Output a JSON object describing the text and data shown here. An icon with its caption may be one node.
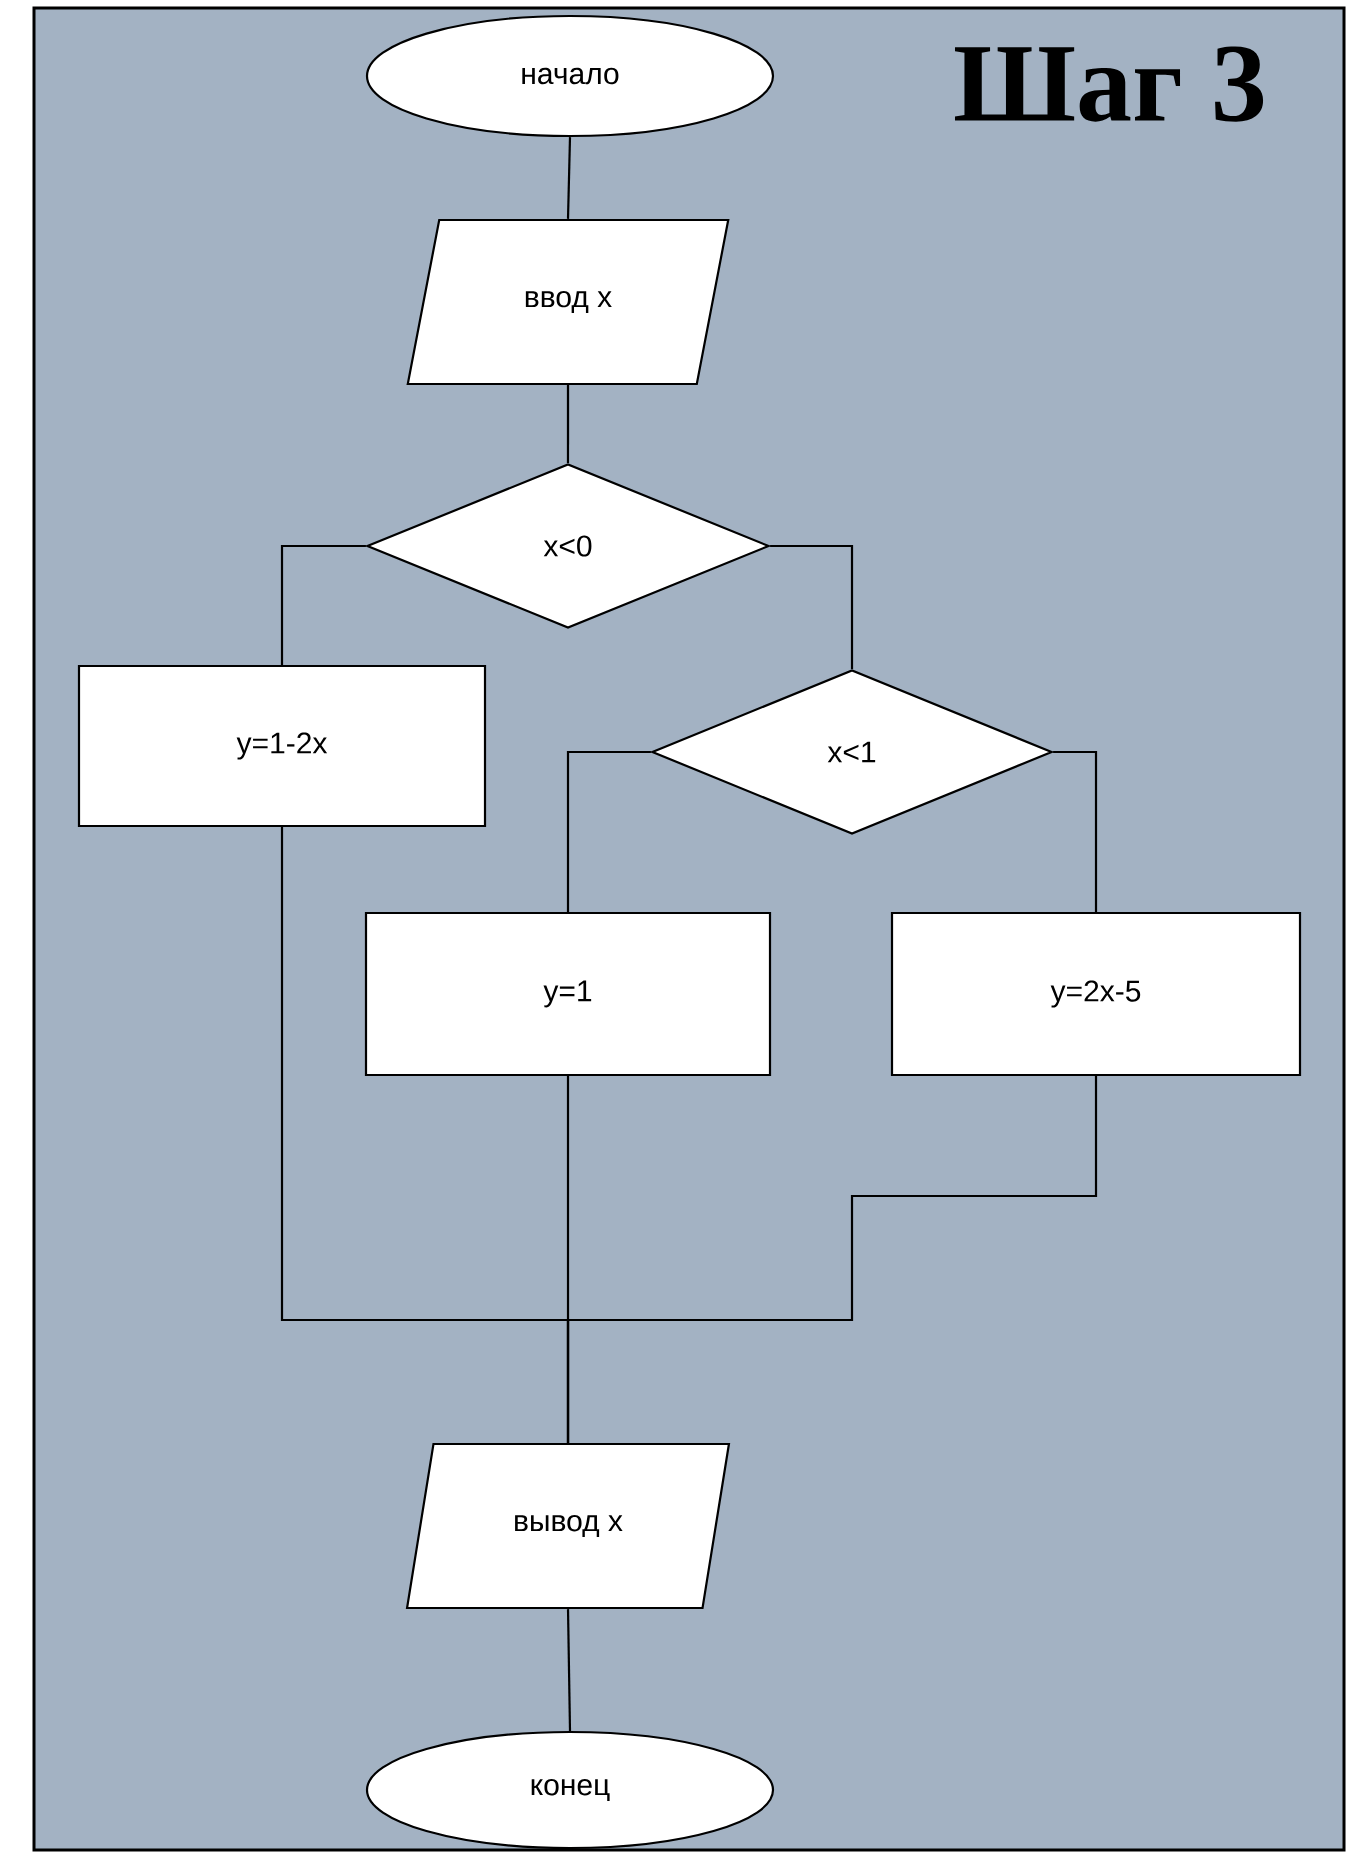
{
  "diagram": {
    "title": "Шаг 3",
    "nodes": [
      {
        "text": [
          "начало"
        ]
      },
      {
        "text": [
          "ввод x"
        ]
      },
      {
        "text": [
          "x<0"
        ]
      },
      {
        "text": [
          "y=1-2x"
        ]
      },
      {
        "text": [
          "x<1"
        ]
      },
      {
        "text": [
          "y=1"
        ]
      },
      {
        "text": [
          "y=2x-5"
        ]
      },
      {
        "text": [
          "вывод x"
        ]
      },
      {
        "text": [
          "конец"
        ]
      }
    ],
    "edges": [
      {
        "from": 0,
        "to": 1,
        "arrow": "none"
      },
      {
        "from": 1,
        "to": 2,
        "arrow": "none"
      },
      {
        "from": 2,
        "to": 3,
        "arrow": "none"
      },
      {
        "from": 2,
        "to": 4,
        "arrow": "none"
      },
      {
        "from": 4,
        "to": 5,
        "arrow": "none"
      },
      {
        "from": 4,
        "to": 6,
        "arrow": "none"
      },
      {
        "from": 3,
        "to": 7,
        "arrow": "none"
      },
      {
        "from": 5,
        "to": 7,
        "arrow": "none"
      },
      {
        "from": 6,
        "to": 7,
        "arrow": "none"
      },
      {
        "from": 7,
        "to": 8,
        "arrow": "none"
      }
    ]
  }
}
